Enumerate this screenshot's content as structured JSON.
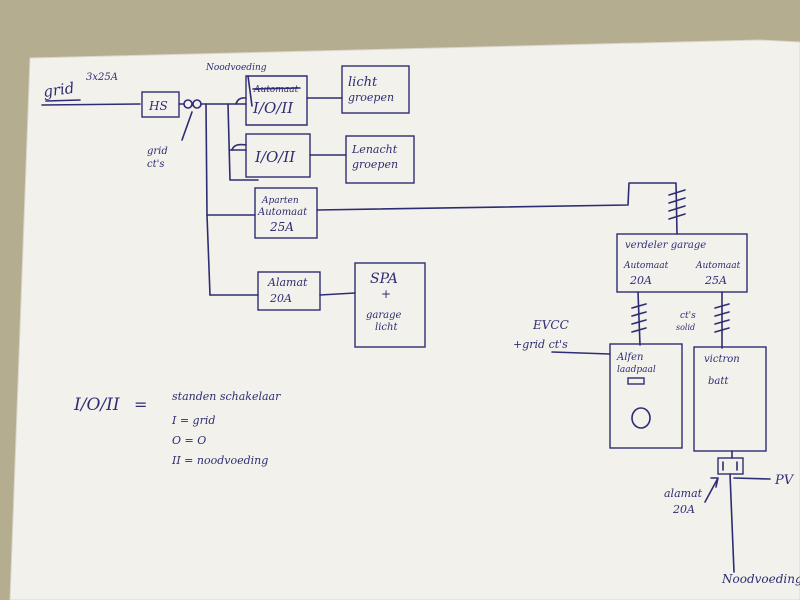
{
  "colors": {
    "ink": "#2e2d73",
    "paper": "#f3f1ec",
    "background": "#b5ad90"
  },
  "grid_label": "grid",
  "grid_rating": "3x25A",
  "hs_label": "HS",
  "noodvoeding_top": "Noodvoeding",
  "grid_cts": [
    "grid",
    "ct's"
  ],
  "switch1": {
    "strike": "Automaat",
    "label": "I/O/II"
  },
  "switch2": {
    "label": "I/O/II"
  },
  "licht": [
    "licht",
    "groepen"
  ],
  "kracht": [
    "Lenacht",
    "groepen"
  ],
  "apart": [
    "Aparten",
    "Automaat",
    "25A"
  ],
  "alamat": [
    "Alamat",
    "20A"
  ],
  "spa": [
    "SPA",
    "+",
    "garage",
    "licht"
  ],
  "verdeler": [
    "verdeler garage",
    "Automaat",
    "20A",
    "Automaat",
    "25A"
  ],
  "evcc": [
    "EVCC",
    "+grid ct's"
  ],
  "alfen": [
    "Alfen",
    "laadpaal"
  ],
  "victron": [
    "victron",
    "batt"
  ],
  "cts_small": [
    "ct's",
    "solid"
  ],
  "alamat2": [
    "alamat",
    "20A"
  ],
  "pv_label": "PV",
  "noodvoeding_bottom": "Noodvoeding",
  "legend": {
    "symbol": "I/O/II",
    "eq": "=",
    "title": "standen schakelaar",
    "l1": "I = grid",
    "l2": "O = O",
    "l3": "II = noodvoeding"
  }
}
